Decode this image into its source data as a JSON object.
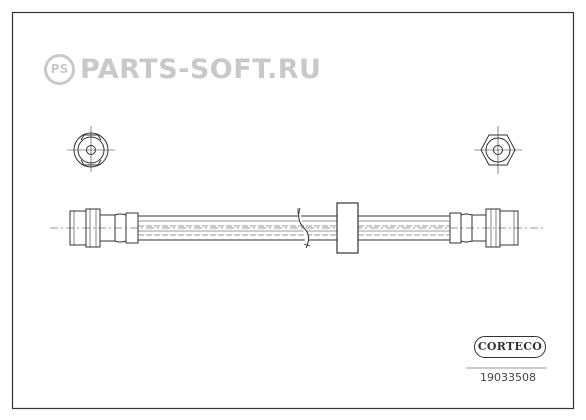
{
  "watermark": {
    "badge": "PS",
    "text": "PARTS-SOFT.RU"
  },
  "brand": {
    "logo_text": "CORTECO"
  },
  "part": {
    "number": "19033508"
  },
  "colors": {
    "line": "#333333",
    "watermark": "#c9c9c9",
    "background": "#ffffff"
  }
}
